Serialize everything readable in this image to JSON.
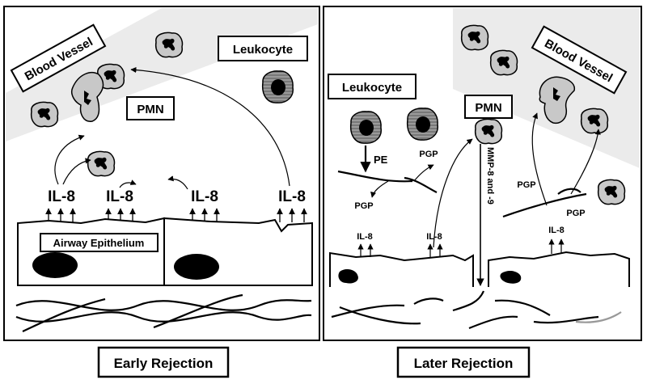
{
  "early": {
    "caption": "Early Rejection",
    "blood_vessel": "Blood Vessel",
    "leukocyte": "Leukocyte",
    "pmn": "PMN",
    "il8": [
      "IL-8",
      "IL-8",
      "IL-8",
      "IL-8"
    ],
    "epithelium": "Airway Epithelium"
  },
  "later": {
    "caption": "Later Rejection",
    "blood_vessel": "Blood Vessel",
    "leukocyte": "Leukocyte",
    "pmn": "PMN",
    "pe": "PE",
    "pgp": [
      "PGP",
      "PGP",
      "PGP",
      "PGP"
    ],
    "mmp": "MMP-8 and -9",
    "il8": [
      "IL-8",
      "IL-8",
      "IL-8"
    ]
  },
  "colors": {
    "cell_fill": "#c8c8c8",
    "vessel_band": "#ebebeb",
    "grey_fiber": "#999999"
  }
}
